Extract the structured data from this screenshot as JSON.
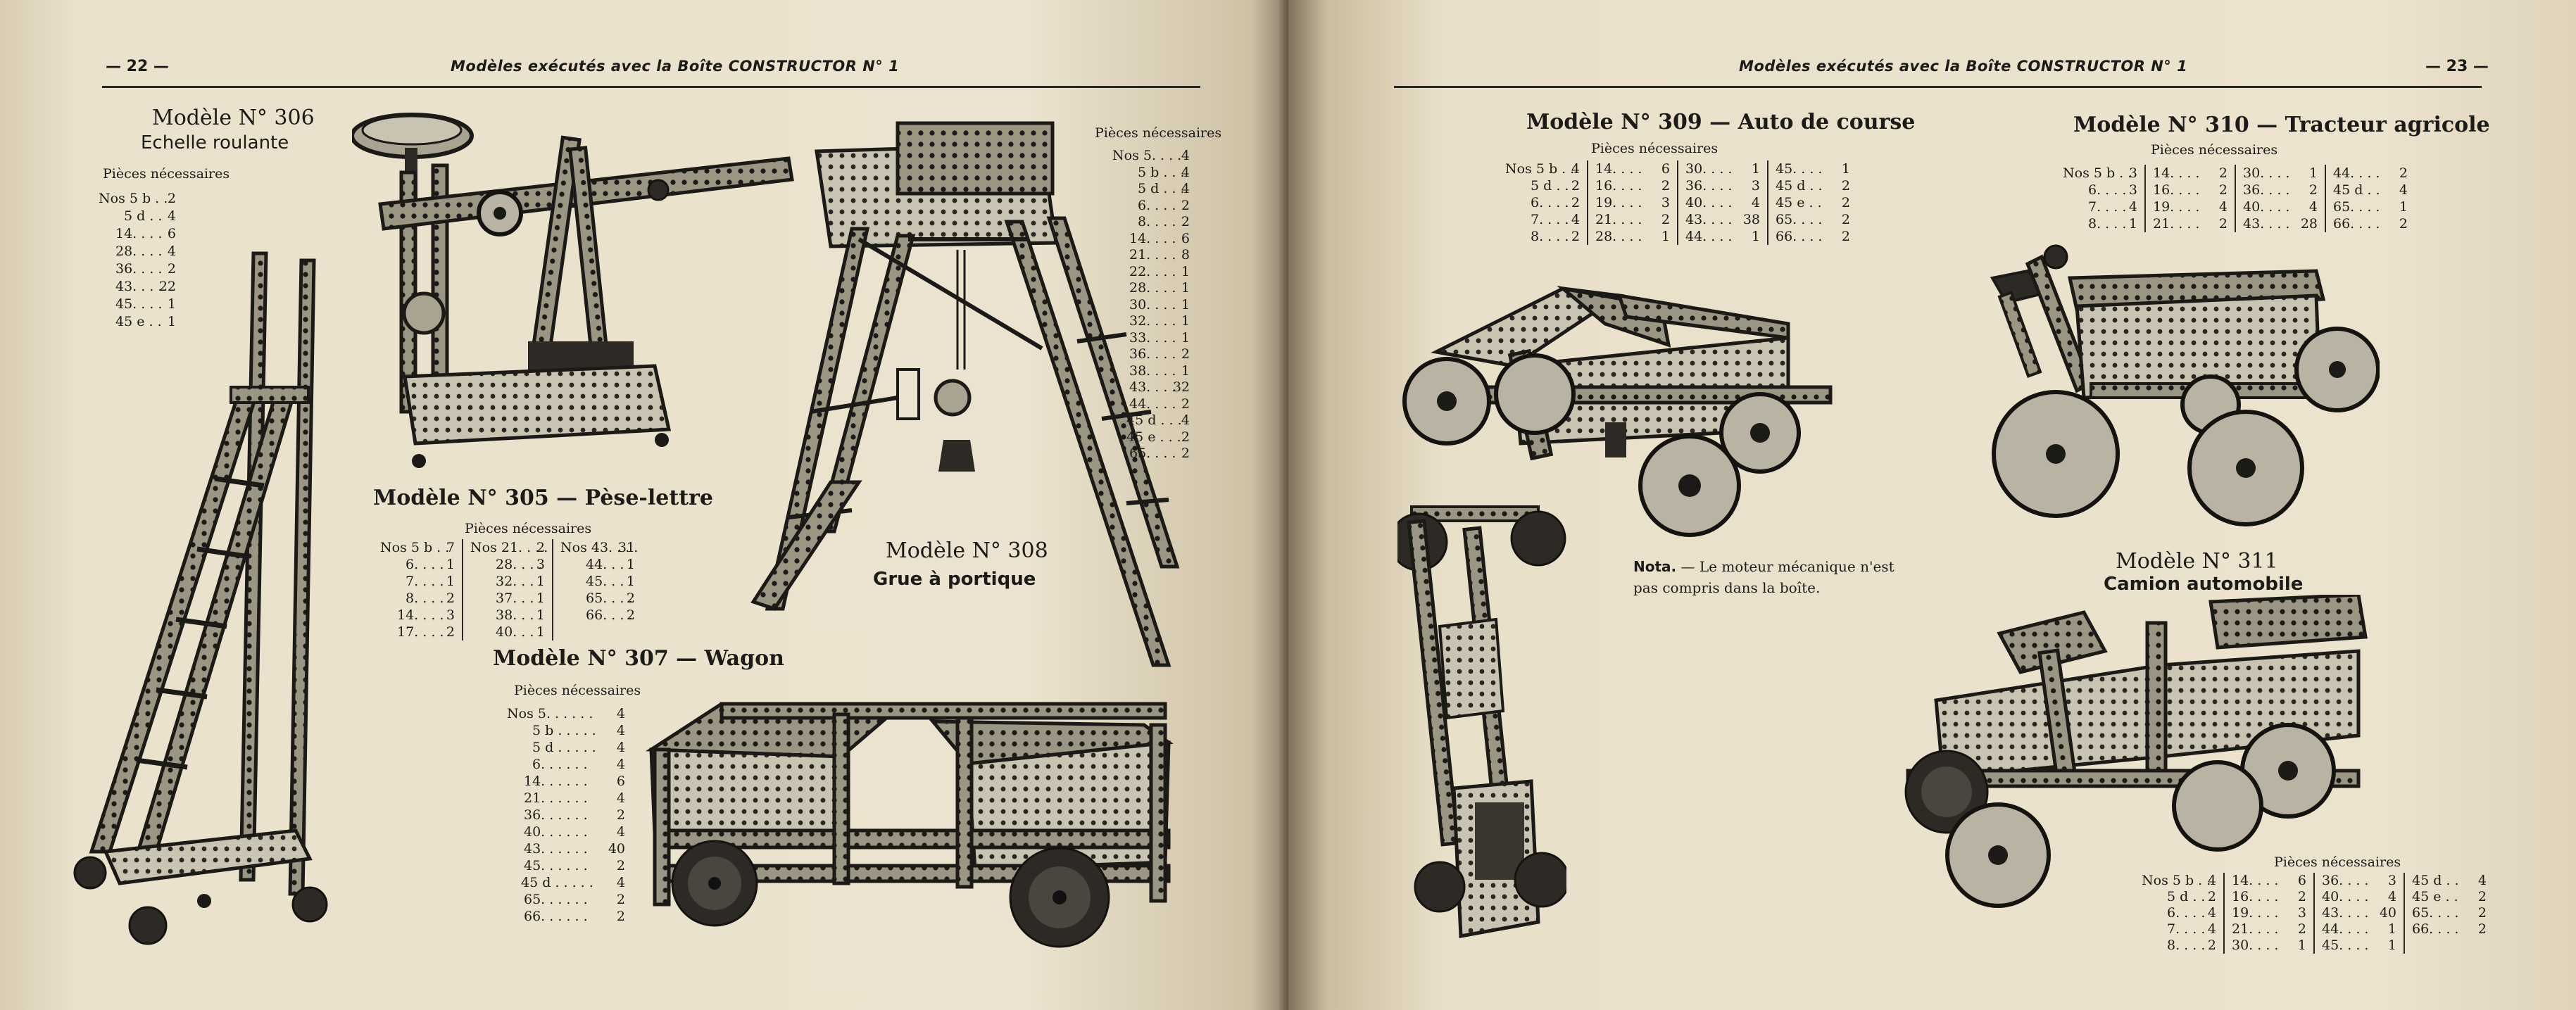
{
  "left_page": {
    "page_number": "— 22 —",
    "header": "Modèles exécutés avec la Boîte CONSTRUCTOR N° 1",
    "models": [
      {
        "title": "Modèle N° 306",
        "subtitle": "Echelle roulante",
        "parts_label": "Pièces nécessaires",
        "parts": [
          {
            "code": "Nos 5 b . .",
            "qty": "2"
          },
          {
            "code": "5 d . .",
            "qty": "4"
          },
          {
            "code": "14. . . .",
            "qty": "6"
          },
          {
            "code": "28. . . .",
            "qty": "4"
          },
          {
            "code": "36. . . .",
            "qty": "2"
          },
          {
            "code": "43. . . .",
            "qty": "22"
          },
          {
            "code": "45. . . .",
            "qty": "1"
          },
          {
            "code": "45 e . .",
            "qty": "1"
          }
        ]
      },
      {
        "title": "Modèle N° 305 — Pèse-lettre",
        "parts_label": "Pièces nécessaires",
        "columns": [
          [
            {
              "code": "Nos 5 b . .",
              "qty": "7"
            },
            {
              "code": "6. . . .",
              "qty": "1"
            },
            {
              "code": "7. . . .",
              "qty": "1"
            },
            {
              "code": "8. . . .",
              "qty": "2"
            },
            {
              "code": "14. . . .",
              "qty": "3"
            },
            {
              "code": "17. . . .",
              "qty": "2"
            }
          ],
          [
            {
              "code": "Nos 21. . . .",
              "qty": "2"
            },
            {
              "code": "28. . . .",
              "qty": "3"
            },
            {
              "code": "32. . . .",
              "qty": "1"
            },
            {
              "code": "37. . . .",
              "qty": "1"
            },
            {
              "code": "38. . . .",
              "qty": "1"
            },
            {
              "code": "40. . . .",
              "qty": "1"
            }
          ],
          [
            {
              "code": "Nos 43. . . .",
              "qty": "31"
            },
            {
              "code": "44. . . .",
              "qty": "1"
            },
            {
              "code": "45. . . .",
              "qty": "1"
            },
            {
              "code": "65. . . .",
              "qty": "2"
            },
            {
              "code": "66. . . .",
              "qty": "2"
            }
          ]
        ]
      },
      {
        "title": "Modèle N° 307 — Wagon",
        "parts_label": "Pièces nécessaires",
        "parts": [
          {
            "code": "Nos 5. . . . . .",
            "qty": "4"
          },
          {
            "code": "5 b . . . . .",
            "qty": "4"
          },
          {
            "code": "5 d . . . . .",
            "qty": "4"
          },
          {
            "code": "6. . . . . .",
            "qty": "4"
          },
          {
            "code": "14. . . . . .",
            "qty": "6"
          },
          {
            "code": "21. . . . . .",
            "qty": "4"
          },
          {
            "code": "36. . . . . .",
            "qty": "2"
          },
          {
            "code": "40. . . . . .",
            "qty": "4"
          },
          {
            "code": "43. . . . . .",
            "qty": "40"
          },
          {
            "code": "45. . . . . .",
            "qty": "2"
          },
          {
            "code": "45 d . . . . .",
            "qty": "4"
          },
          {
            "code": "65. . . . . .",
            "qty": "2"
          },
          {
            "code": "66. . . . . .",
            "qty": "2"
          }
        ]
      },
      {
        "title": "Modèle N° 308",
        "subtitle": "Grue à portique",
        "parts_label": "Pièces nécessaires",
        "parts": [
          {
            "code": "Nos 5. . . .",
            "qty": "4"
          },
          {
            "code": "5 b . . .",
            "qty": "4"
          },
          {
            "code": "5 d . . .",
            "qty": "4"
          },
          {
            "code": "6. . . .",
            "qty": "2"
          },
          {
            "code": "8. . . .",
            "qty": "2"
          },
          {
            "code": "14. . . .",
            "qty": "6"
          },
          {
            "code": "21. . . .",
            "qty": "8"
          },
          {
            "code": "22. . . .",
            "qty": "1"
          },
          {
            "code": "28. . . .",
            "qty": "1"
          },
          {
            "code": "30. . . .",
            "qty": "1"
          },
          {
            "code": "32. . . .",
            "qty": "1"
          },
          {
            "code": "33. . . .",
            "qty": "1"
          },
          {
            "code": "36. . . .",
            "qty": "2"
          },
          {
            "code": "38. . . .",
            "qty": "1"
          },
          {
            "code": "43. . . .",
            "qty": "32"
          },
          {
            "code": "44. . . .",
            "qty": "2"
          },
          {
            "code": "45 d . . .",
            "qty": "4"
          },
          {
            "code": "45 e . . .",
            "qty": "2"
          },
          {
            "code": "65. . . .",
            "qty": "2"
          }
        ]
      }
    ]
  },
  "right_page": {
    "page_number": "— 23 —",
    "header": "Modèles exécutés avec la Boîte CONSTRUCTOR N° 1",
    "models": [
      {
        "title": "Modèle N° 309 — Auto de course",
        "parts_label": "Pièces nécessaires",
        "columns": [
          [
            {
              "code": "Nos 5 b . .",
              "qty": "4"
            },
            {
              "code": "5 d . .",
              "qty": "2"
            },
            {
              "code": "6. . . .",
              "qty": "2"
            },
            {
              "code": "7. . . .",
              "qty": "4"
            },
            {
              "code": "8. . . .",
              "qty": "2"
            }
          ],
          [
            {
              "code": "14. . . .",
              "qty": "6"
            },
            {
              "code": "16. . . .",
              "qty": "2"
            },
            {
              "code": "19. . . .",
              "qty": "3"
            },
            {
              "code": "21. . . .",
              "qty": "2"
            },
            {
              "code": "28. . . .",
              "qty": "1"
            }
          ],
          [
            {
              "code": "30. . . .",
              "qty": "1"
            },
            {
              "code": "36. . . .",
              "qty": "3"
            },
            {
              "code": "40. . . .",
              "qty": "4"
            },
            {
              "code": "43. . . .",
              "qty": "38"
            },
            {
              "code": "44. . . .",
              "qty": "1"
            }
          ],
          [
            {
              "code": "45. . . .",
              "qty": "1"
            },
            {
              "code": "45 d . .",
              "qty": "2"
            },
            {
              "code": "45 e . .",
              "qty": "2"
            },
            {
              "code": "65. . . .",
              "qty": "2"
            },
            {
              "code": "66. . . .",
              "qty": "2"
            }
          ]
        ]
      },
      {
        "title": "Modèle N° 310 — Tracteur agricole",
        "parts_label": "Pièces nécessaires",
        "columns": [
          [
            {
              "code": "Nos 5 b . .",
              "qty": "3"
            },
            {
              "code": "6. . . .",
              "qty": "3"
            },
            {
              "code": "7. . . .",
              "qty": "4"
            },
            {
              "code": "8. . . .",
              "qty": "1"
            }
          ],
          [
            {
              "code": "14. . . .",
              "qty": "2"
            },
            {
              "code": "16. . . .",
              "qty": "2"
            },
            {
              "code": "19. . . .",
              "qty": "4"
            },
            {
              "code": "21. . . .",
              "qty": "2"
            }
          ],
          [
            {
              "code": "30. . . .",
              "qty": "1"
            },
            {
              "code": "36. . . .",
              "qty": "2"
            },
            {
              "code": "40. . . .",
              "qty": "4"
            },
            {
              "code": "43. . . .",
              "qty": "28"
            }
          ],
          [
            {
              "code": "44. . . .",
              "qty": "2"
            },
            {
              "code": "45 d . .",
              "qty": "4"
            },
            {
              "code": "65. . . .",
              "qty": "1"
            },
            {
              "code": "66. . . .",
              "qty": "2"
            }
          ]
        ]
      },
      {
        "title": "Modèle N° 311",
        "subtitle": "Camion automobile",
        "parts_label": "Pièces nécessaires",
        "columns": [
          [
            {
              "code": "Nos 5 b . .",
              "qty": "4"
            },
            {
              "code": "5 d . .",
              "qty": "2"
            },
            {
              "code": "6. . . .",
              "qty": "4"
            },
            {
              "code": "7. . . .",
              "qty": "4"
            },
            {
              "code": "8. . . .",
              "qty": "2"
            }
          ],
          [
            {
              "code": "14. . . .",
              "qty": "6"
            },
            {
              "code": "16. . . .",
              "qty": "2"
            },
            {
              "code": "19. . . .",
              "qty": "3"
            },
            {
              "code": "21. . . .",
              "qty": "2"
            },
            {
              "code": "30. . . .",
              "qty": "1"
            }
          ],
          [
            {
              "code": "36. . . .",
              "qty": "3"
            },
            {
              "code": "40. . . .",
              "qty": "4"
            },
            {
              "code": "43. . . .",
              "qty": "40"
            },
            {
              "code": "44. . . .",
              "qty": "1"
            },
            {
              "code": "45. . . .",
              "qty": "1"
            }
          ],
          [
            {
              "code": "45 d . .",
              "qty": "4"
            },
            {
              "code": "45 e . .",
              "qty": "2"
            },
            {
              "code": "65. . . .",
              "qty": "2"
            },
            {
              "code": "66. . . .",
              "qty": "2"
            }
          ]
        ]
      }
    ],
    "nota": {
      "label": "Nota.",
      "line1": "— Le moteur mécanique n'est",
      "line2": "pas compris dans la boîte."
    }
  },
  "colors": {
    "paper": "#ebe3cf",
    "ink": "#1d1b17",
    "metal": "#8c8675"
  },
  "icons": [
    "rolling-ladder-illustration",
    "letter-scale-illustration",
    "gantry-crane-illustration",
    "wagon-illustration",
    "race-car-illustration",
    "tractor-illustration",
    "chassis-illustration",
    "truck-illustration"
  ]
}
